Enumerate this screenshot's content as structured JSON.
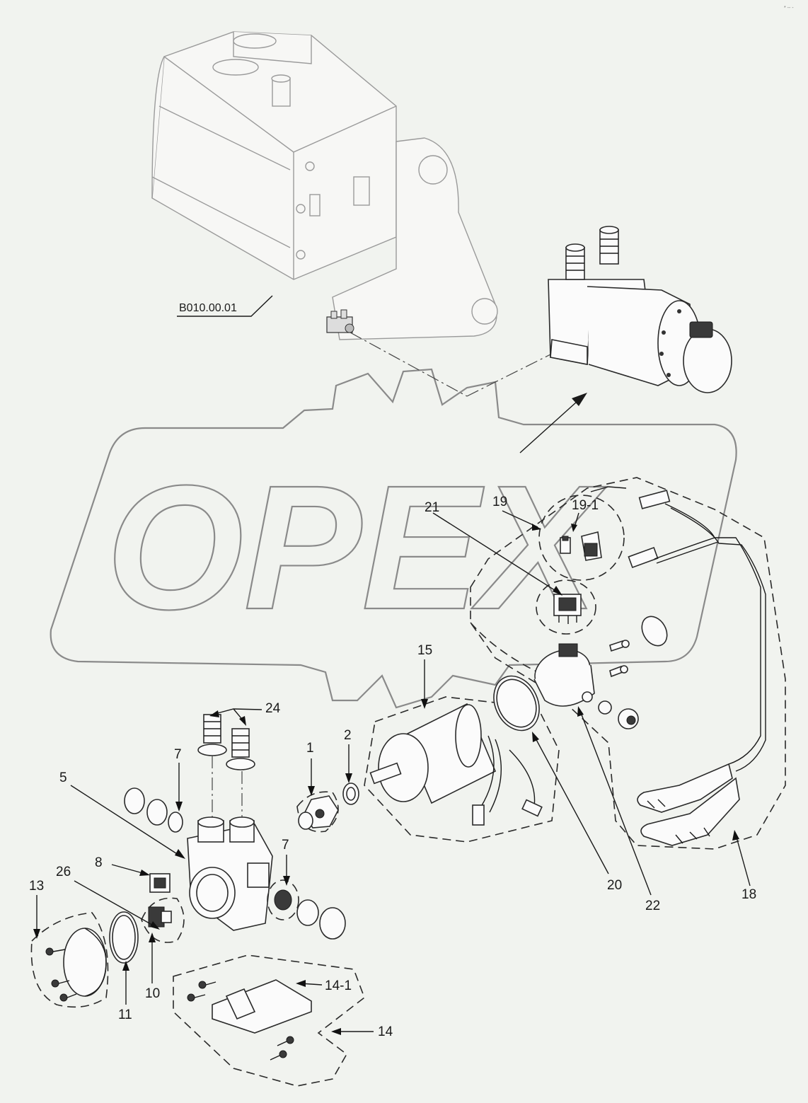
{
  "drawing": {
    "reference_label": "B010.00.01",
    "watermark": "OPEX",
    "corner_mark": "* -- -"
  },
  "callouts": [
    {
      "id": "c1",
      "text": "1"
    },
    {
      "id": "c2",
      "text": "2"
    },
    {
      "id": "c5",
      "text": "5"
    },
    {
      "id": "c7a",
      "text": "7"
    },
    {
      "id": "c7b",
      "text": "7"
    },
    {
      "id": "c8",
      "text": "8"
    },
    {
      "id": "c10",
      "text": "10"
    },
    {
      "id": "c11",
      "text": "11"
    },
    {
      "id": "c13",
      "text": "13"
    },
    {
      "id": "c14",
      "text": "14"
    },
    {
      "id": "c14_1",
      "text": "14-1"
    },
    {
      "id": "c15",
      "text": "15"
    },
    {
      "id": "c18",
      "text": "18"
    },
    {
      "id": "c19",
      "text": "19"
    },
    {
      "id": "c19_1",
      "text": "19-1"
    },
    {
      "id": "c20",
      "text": "20"
    },
    {
      "id": "c21",
      "text": "21"
    },
    {
      "id": "c22",
      "text": "22"
    },
    {
      "id": "c24",
      "text": "24"
    },
    {
      "id": "c26",
      "text": "26"
    }
  ]
}
